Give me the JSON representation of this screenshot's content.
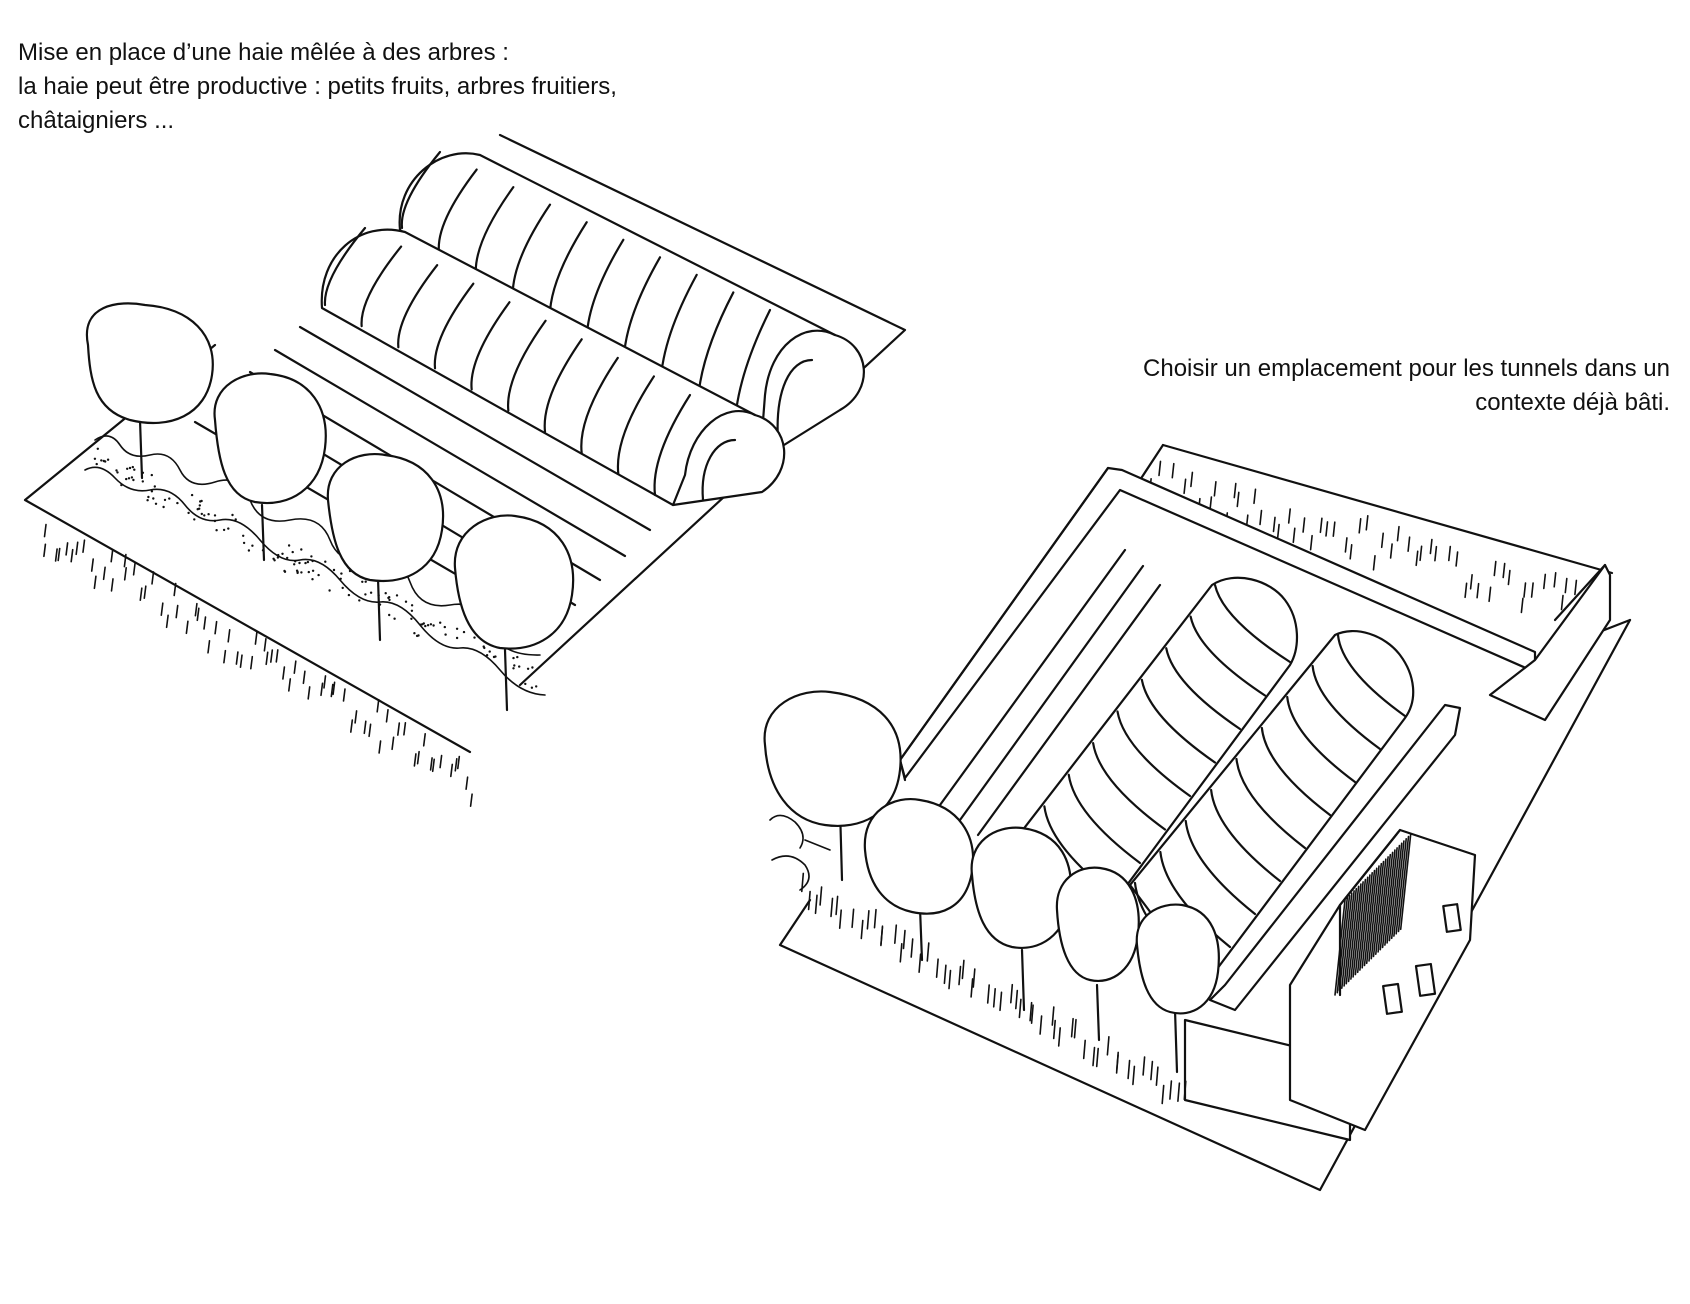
{
  "captions": {
    "left": {
      "line1": "Mise en place d’une haie mêlée à des arbres :",
      "line2": "la haie peut être productive : petits fruits, arbres fruitiers,",
      "line3": "châtaigniers ..."
    },
    "right": {
      "line1": "Choisir un emplacement pour les tunnels dans un",
      "line2": "contexte déjà bâti."
    }
  },
  "colors": {
    "ink": "#111111",
    "paper": "#ffffff"
  }
}
